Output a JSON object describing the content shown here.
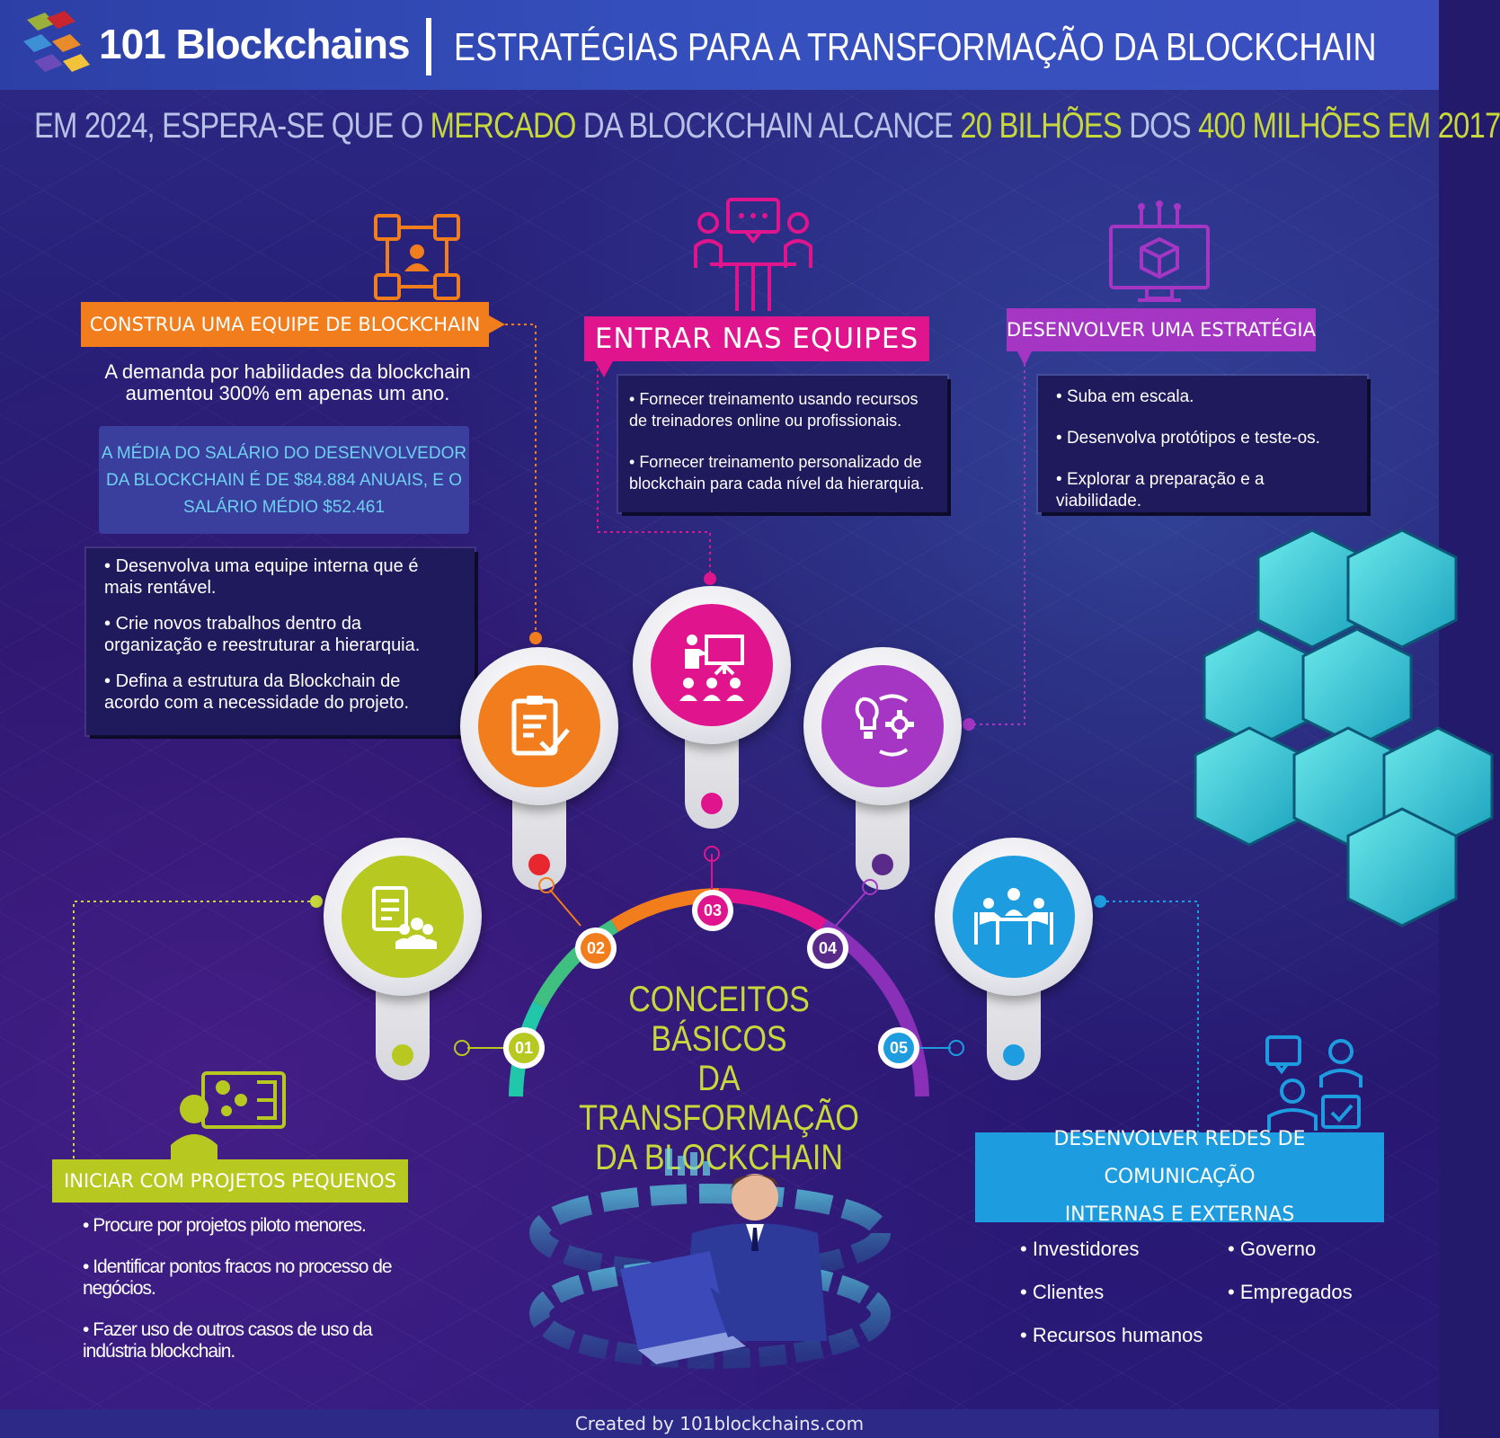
{
  "header": {
    "brand": "101 Blockchains",
    "title": "ESTRATÉGIAS PARA A TRANSFORMAÇÃO DA BLOCKCHAIN"
  },
  "headline": {
    "part1": "EM 2024, ESPERA-SE QUE O ",
    "hl1": "MERCADO",
    "part2": " DA BLOCKCHAIN ALCANCE ",
    "hl2": "20 BILHÕES",
    "part3": " DOS ",
    "hl3": "400 MILHÕES EM 2017"
  },
  "team": {
    "label": "CONSTRUA UMA EQUIPE DE BLOCKCHAIN",
    "demand": "A demanda por habilidades da blockchain aumentou 300% em apenas um ano.",
    "salary": "A MÉDIA DO SALÁRIO DO DESENVOLVEDOR DA BLOCKCHAIN É DE $84.884 ANUAIS, E O SALÁRIO MÉDIO $52.461",
    "items": [
      "Desenvolva uma equipe interna que é mais rentável.",
      "Crie novos trabalhos dentro da organização e reestruturar a hierarquia.",
      "Defina a estrutura da Blockchain de acordo com a necessidade do projeto."
    ]
  },
  "join": {
    "label": "ENTRAR NAS EQUIPES",
    "items": [
      "Fornecer treinamento usando recursos de treinadores online ou profissionais.",
      "Fornecer treinamento personalizado de blockchain para cada nível da hierarquia."
    ]
  },
  "strategy": {
    "label": "DESENVOLVER UMA ESTRATÉGIA",
    "items": [
      "Suba em escala.",
      "Desenvolva protótipos e teste-os.",
      "Explorar a preparação e a viabilidade."
    ]
  },
  "small": {
    "label": "INICIAR COM PROJETOS PEQUENOS",
    "items": [
      "Procure por projetos piloto menores.",
      "Identificar pontos fracos no processo de negócios.",
      "Fazer uso de outros casos de uso da indústria blockchain."
    ]
  },
  "network": {
    "label_line1": "DESENVOLVER REDES DE COMUNICAÇÃO",
    "label_line2": "INTERNAS E EXTERNAS",
    "col1": [
      "Investidores",
      "Clientes",
      "Recursos humanos"
    ],
    "col2": [
      "Governo",
      "Empregados"
    ]
  },
  "center": {
    "line1": "CONCEITOS BÁSICOS",
    "line2": "DA TRANSFORMAÇÃO",
    "line3": "DA BLOCKCHAIN",
    "steps": [
      "01",
      "02",
      "03",
      "04",
      "05"
    ]
  },
  "colors": {
    "orange": "#f27d1c",
    "pink": "#e0158d",
    "purple": "#a536c4",
    "lime": "#b7c920",
    "blue": "#1d9de0",
    "teal": "#20c7a8"
  },
  "icons": {
    "team": "team-network-icon",
    "meeting": "meeting-icon",
    "strategy": "monitor-cube-icon",
    "small": "person-gears-icon",
    "network": "support-people-icon"
  },
  "footer": "Created by 101blockchains.com"
}
